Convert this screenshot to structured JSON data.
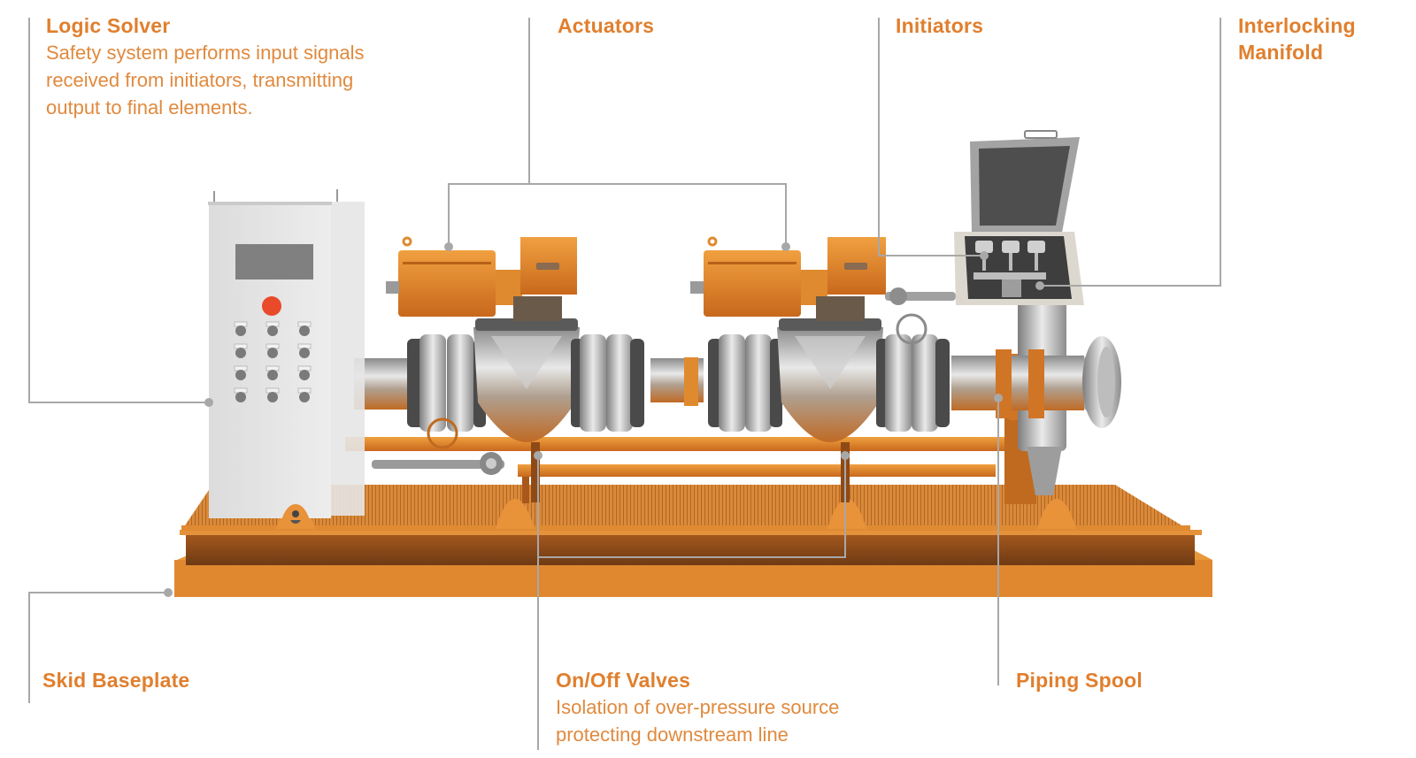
{
  "diagram": {
    "subject": "Safety instrumented skid (HIPPS)",
    "accent_color": "#e07f2e",
    "callout_line_color": "#a8a8a8",
    "callouts": {
      "logic_solver": {
        "title": "Logic Solver",
        "desc_lines": [
          "Safety system performs input signals",
          "received from initiators, transmitting",
          "output to final elements."
        ]
      },
      "actuators": {
        "title": "Actuators"
      },
      "initiators": {
        "title": "Initiators"
      },
      "interlocking_manifold": {
        "title_lines": [
          "Interlocking",
          "Manifold"
        ]
      },
      "skid_baseplate": {
        "title": "Skid Baseplate"
      },
      "on_off_valves": {
        "title": "On/Off Valves",
        "desc_lines": [
          "Isolation of over-pressure source",
          "protecting downstream line"
        ]
      },
      "piping_spool": {
        "title": "Piping Spool"
      }
    }
  }
}
